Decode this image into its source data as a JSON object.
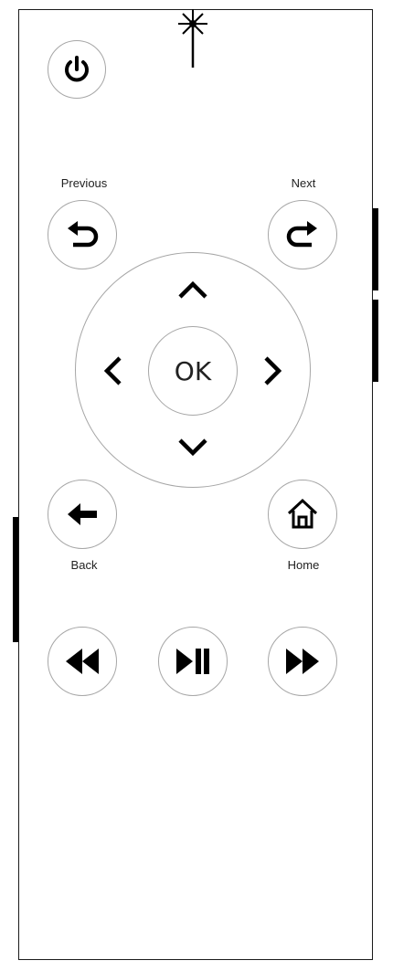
{
  "remote": {
    "title": "",
    "labels": {
      "previous": "Previous",
      "next": "Next",
      "back": "Back",
      "home": "Home",
      "ok": "OK"
    },
    "icons": {
      "power": "power-icon",
      "ir": "ir-transmitter-icon",
      "previous": "undo-arrow-icon",
      "next": "redo-arrow-icon",
      "up": "chevron-up-icon",
      "down": "chevron-down-icon",
      "left": "chevron-left-icon",
      "right": "chevron-right-icon",
      "back": "arrow-left-icon",
      "home": "home-icon",
      "rewind": "rewind-icon",
      "play_pause": "play-pause-icon",
      "fast_forward": "fast-forward-icon"
    },
    "colors": {
      "outline": "#a6a6a6",
      "icon": "#000000",
      "frame": "#1a1a1a"
    }
  }
}
